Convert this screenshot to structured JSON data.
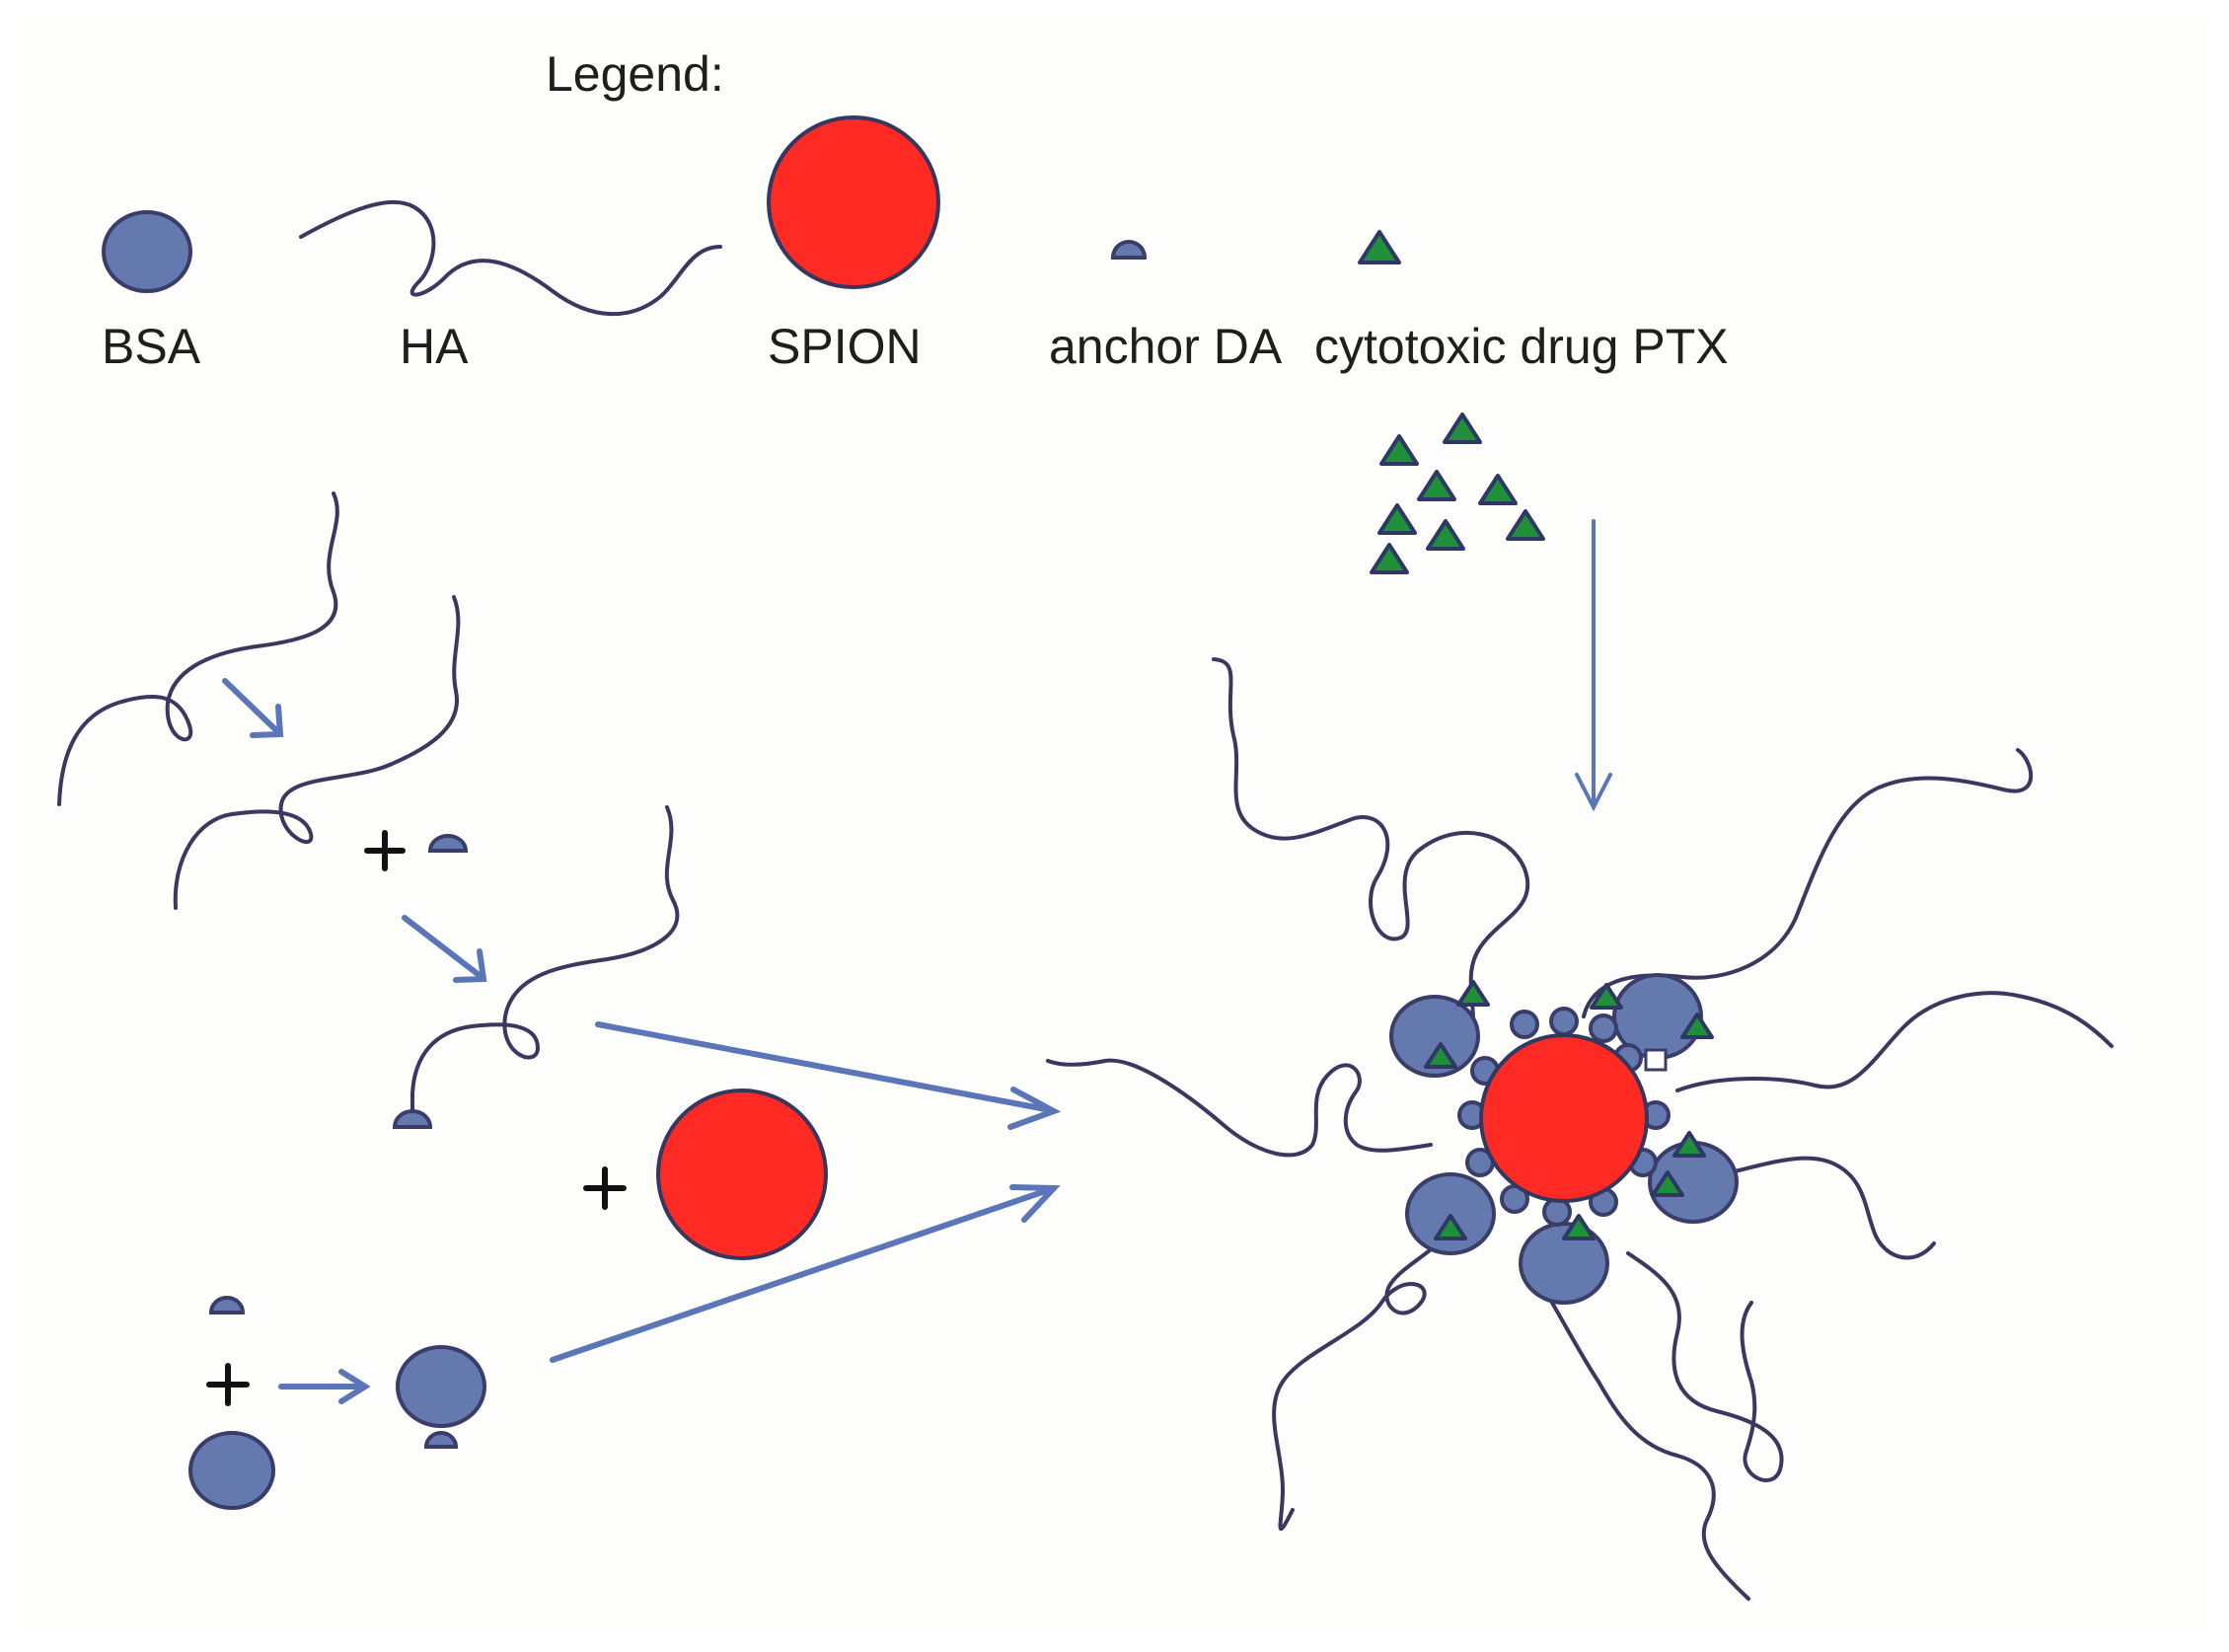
{
  "legend": {
    "title": "Legend:",
    "items": [
      {
        "key": "bsa",
        "label": "BSA",
        "icon": "blue-sphere"
      },
      {
        "key": "ha",
        "label": "HA",
        "icon": "polymer-chain"
      },
      {
        "key": "spion",
        "label": "SPION",
        "icon": "red-sphere"
      },
      {
        "key": "anchor",
        "label": "anchor DA",
        "icon": "half-dome"
      },
      {
        "key": "drug",
        "label": "cytotoxic drug PTX",
        "icon": "green-triangle"
      }
    ]
  },
  "colors": {
    "background": "#fdfdfb",
    "bsa": "#6479ad",
    "spion": "#ff2a24",
    "drug": "#1f8f3a",
    "chain": "#3a3860",
    "arrow": "#5a76b8"
  },
  "operators": {
    "plus": "+"
  }
}
